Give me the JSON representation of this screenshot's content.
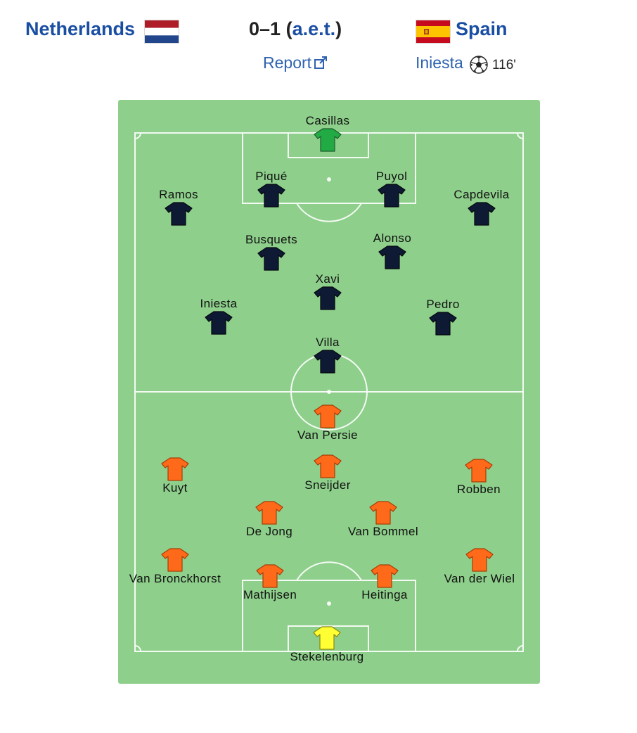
{
  "match": {
    "home_team": "Netherlands",
    "away_team": "Spain",
    "score": "0–1",
    "score_note": "(a.e.t.)",
    "score_note_link": "a.e.t.",
    "report_label": "Report",
    "goals": [
      {
        "scorer": "Iniesta",
        "minute": "116'"
      }
    ]
  },
  "colors": {
    "pitch": "#8ecf8b",
    "home_kit": "#ff6a1a",
    "home_goalkeeper_kit": "#ffff33",
    "away_kit": "#0e1a33",
    "away_goalkeeper_kit": "#22aa44",
    "link": "#1a4ea3"
  },
  "icons": {
    "home_flag": "netherlands-flag",
    "away_flag": "spain-flag",
    "report": "external-link-icon",
    "goal": "football-icon",
    "player": "shirt-icon"
  },
  "lineups": {
    "away": [
      "Casillas",
      "Piqué",
      "Puyol",
      "Ramos",
      "Capdevila",
      "Busquets",
      "Alonso",
      "Xavi",
      "Iniesta",
      "Pedro",
      "Villa"
    ],
    "home": [
      "Van Persie",
      "Kuyt",
      "Sneijder",
      "Robben",
      "De Jong",
      "Van Bommel",
      "Van Bronckhorst",
      "Van der Wiel",
      "Mathijsen",
      "Heitinga",
      "Stekelenburg"
    ]
  }
}
